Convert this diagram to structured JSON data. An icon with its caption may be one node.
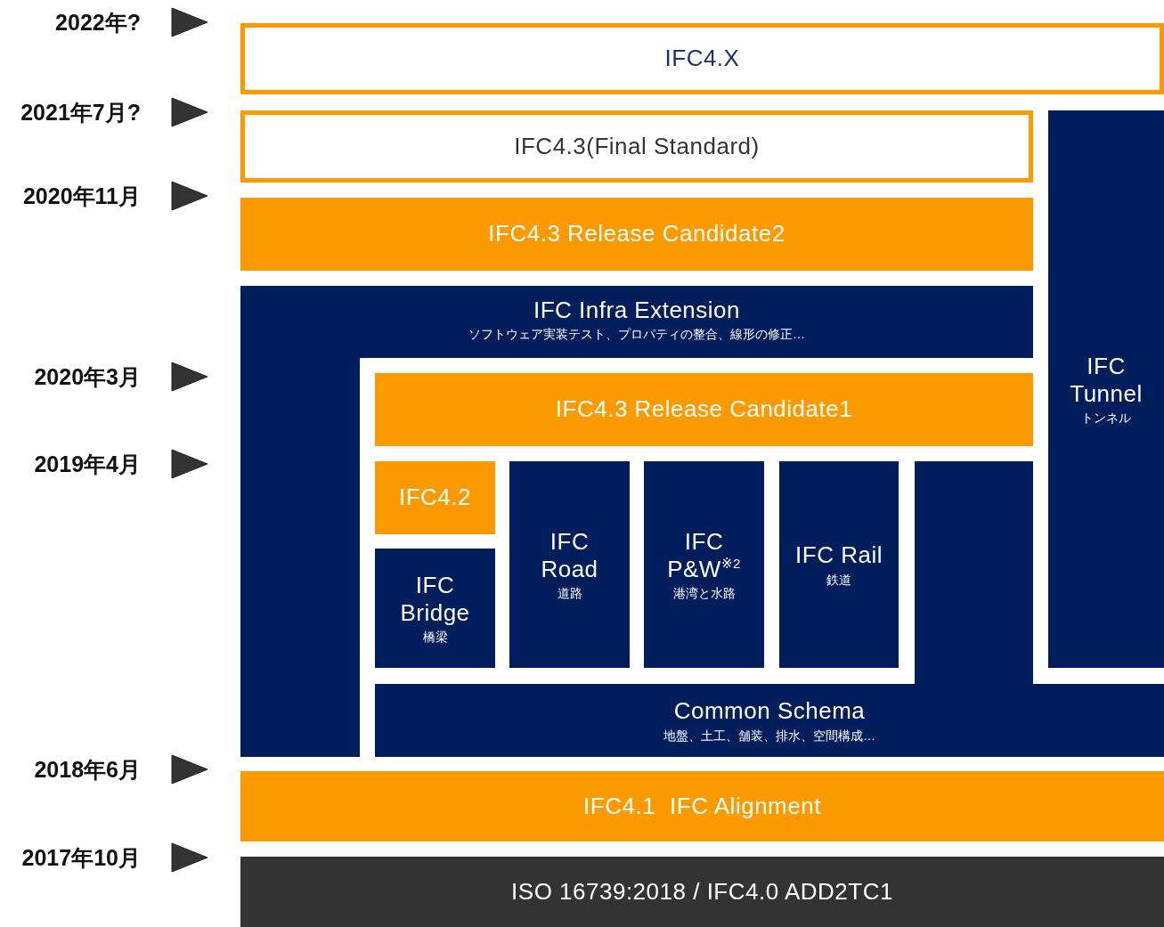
{
  "diagram": {
    "nodes": [
      {
        "text": [
          "IFC4.X"
        ]
      },
      {
        "text": [
          "IFC4.3(Final Standard)"
        ]
      },
      {
        "text": [
          "IFC4.3 Release Candidate2"
        ]
      },
      {
        "text": [
          "IFC Tunnel",
          "トンネル"
        ]
      },
      {
        "text": [
          "IFC Infra Extension",
          "ソフトウェア実装テスト、プロパティの整合、線形の修正…"
        ]
      },
      {
        "text": [
          "IFC4.3 Release Candidate1"
        ]
      },
      {
        "text": [
          "IFC4.2"
        ]
      },
      {
        "text": [
          "IFC Bridge",
          "橋梁"
        ]
      },
      {
        "text": [
          "IFC Road",
          "道路"
        ]
      },
      {
        "text": [
          "IFC P&W$^{※2}$",
          "港湾と水路"
        ]
      },
      {
        "text": [
          "IFC Rail",
          "鉄道"
        ]
      },
      {
        "text": [],
        "shape": "box"
      },
      {
        "text": [
          "Common Schema",
          "地盤、土工、舗装、排水、空間構成…"
        ]
      },
      {
        "text": [
          "IFC4.1",
          "IFC Alignment"
        ]
      },
      {
        "text": [
          "ISO 16739:2018 / IFC4.0 ADD2TC1"
        ]
      }
    ],
    "edges": [],
    "labels": [
      "2022年?",
      "2021年7月?",
      "2020年11月",
      "2020年3月",
      "2019年4月",
      "2018年6月",
      "2017年10月"
    ]
  }
}
